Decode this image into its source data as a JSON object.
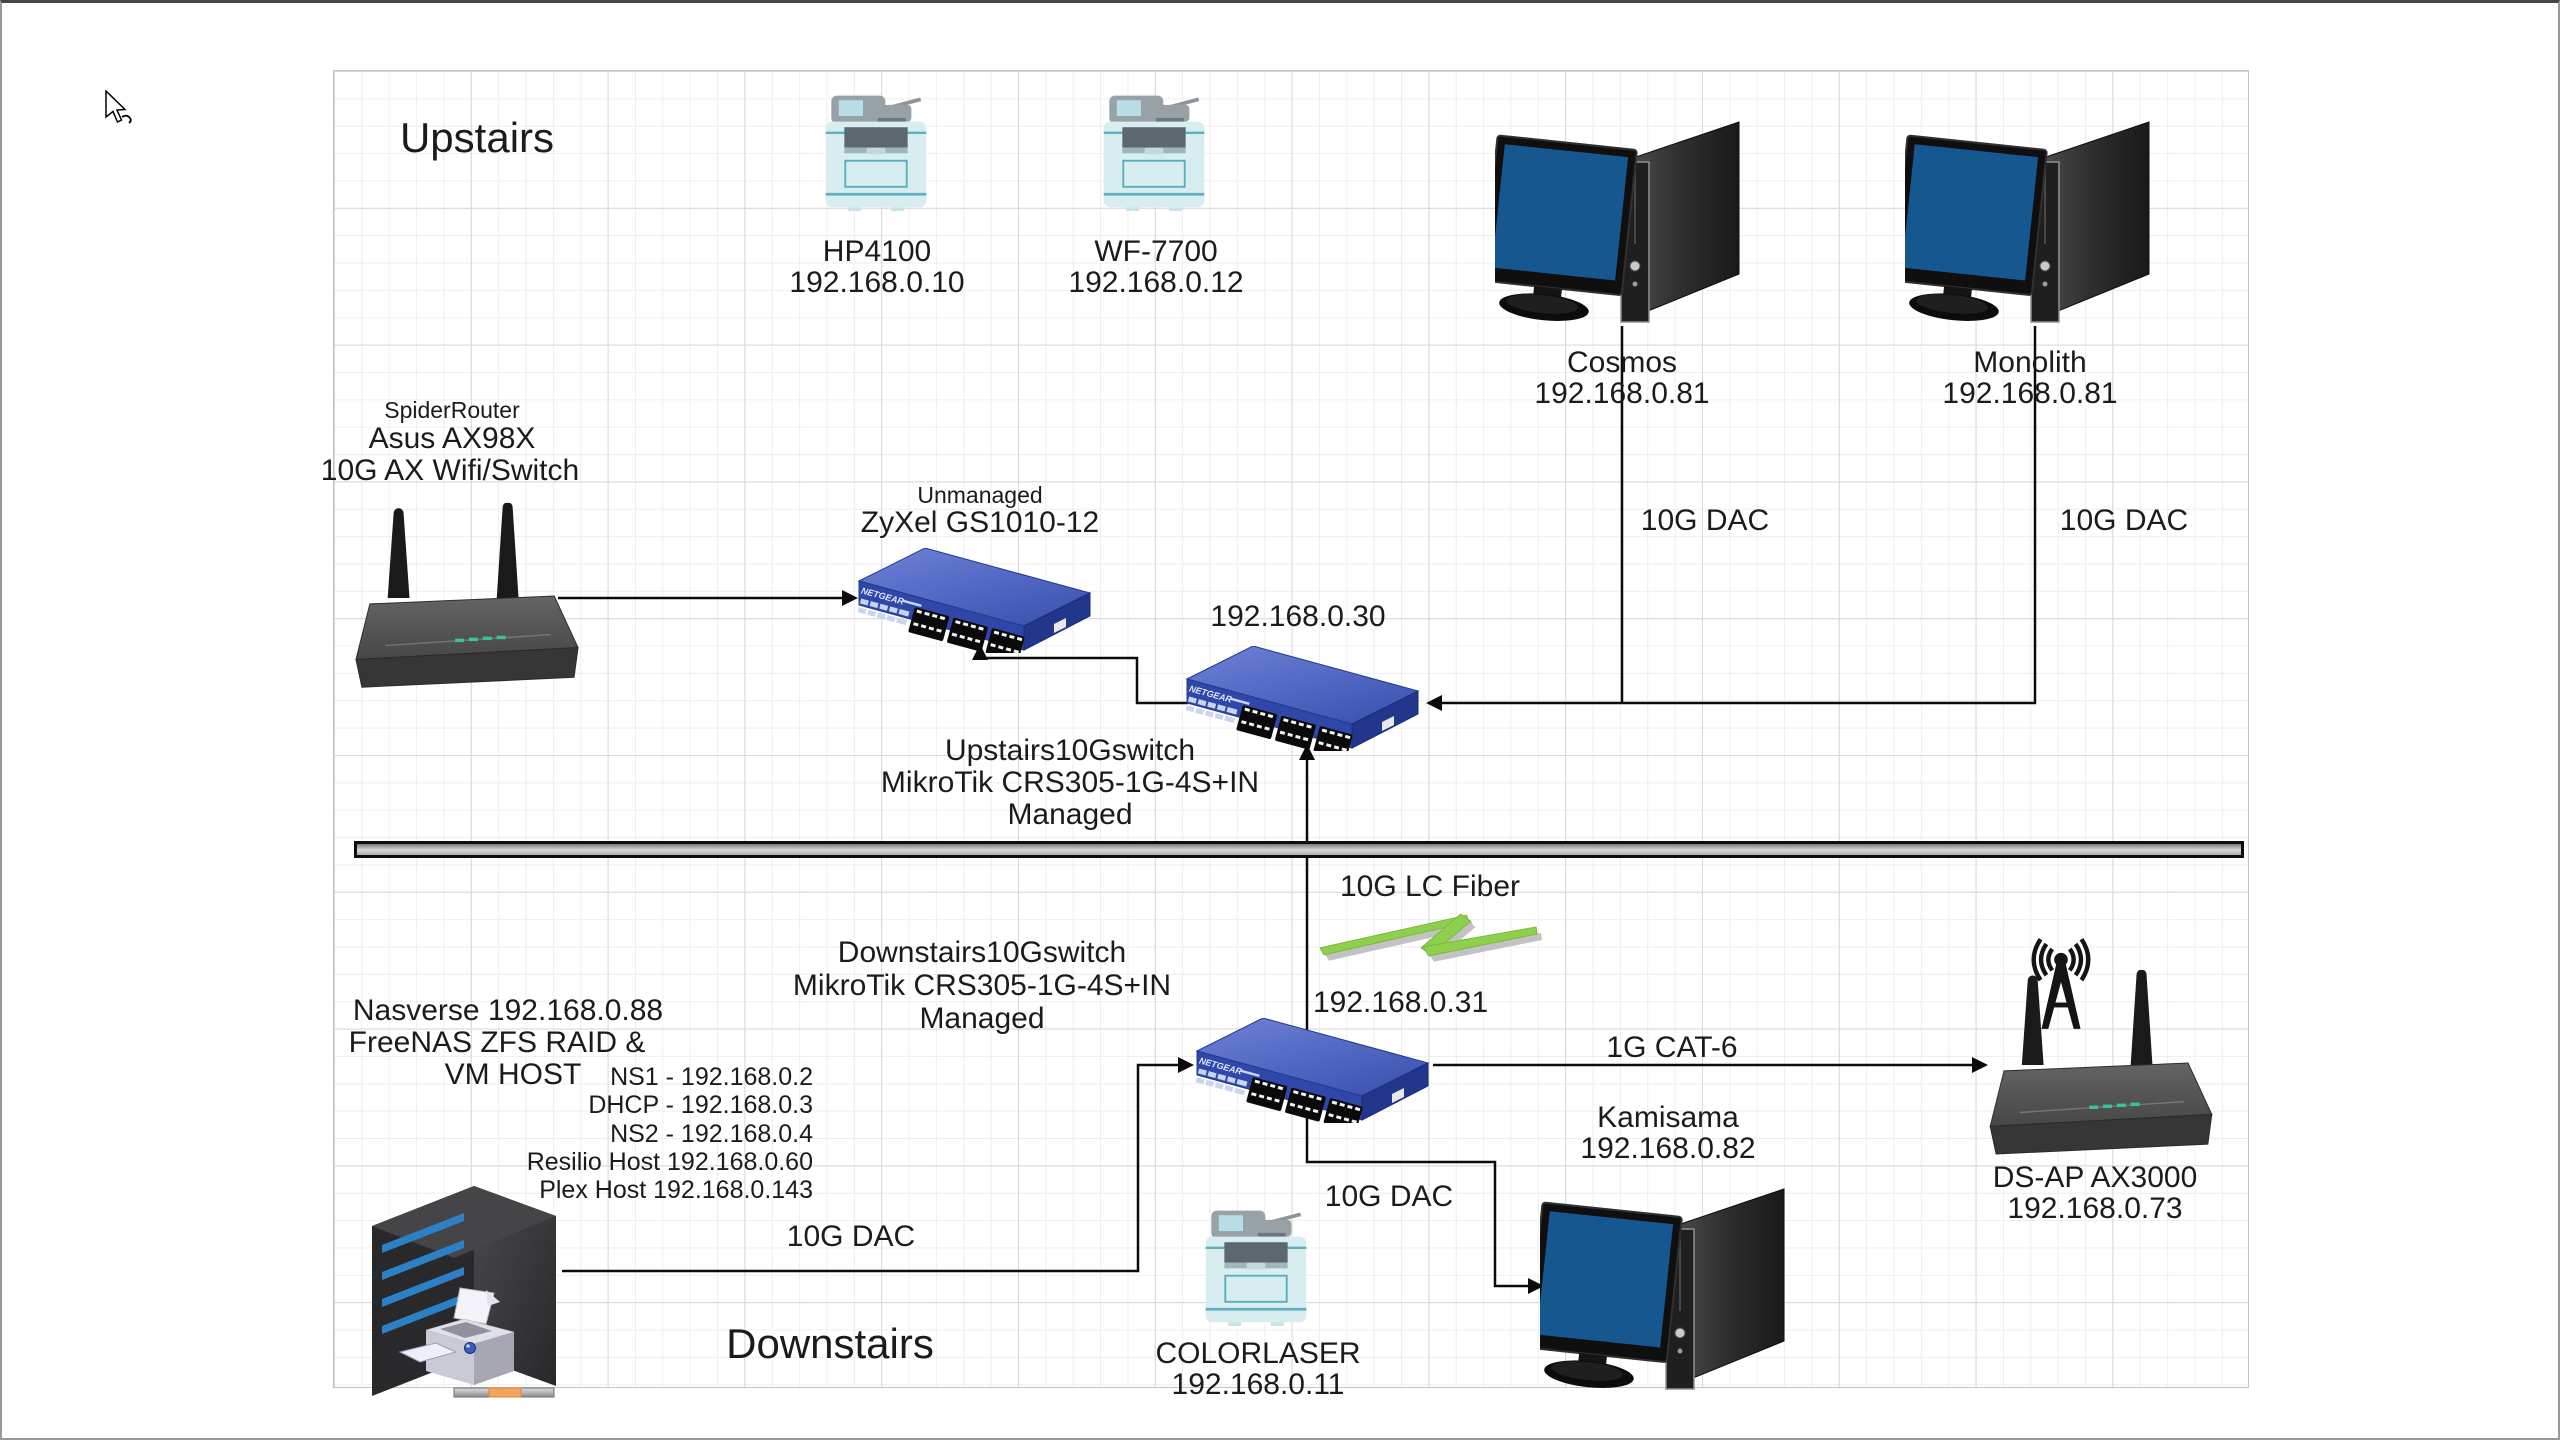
{
  "titles": {
    "upstairs": "Upstairs",
    "downstairs": "Downstairs"
  },
  "devices": {
    "hp4100": {
      "name": "HP4100",
      "ip": "192.168.0.10"
    },
    "wf7700": {
      "name": "WF-7700",
      "ip": "192.168.0.12"
    },
    "cosmos": {
      "name": "Cosmos",
      "ip": "192.168.0.81"
    },
    "monolith": {
      "name": "Monolith",
      "ip": "192.168.0.81"
    },
    "spider_router": {
      "nickname": "SpiderRouter",
      "model": "Asus AX98X",
      "descr": "10G AX Wifi/Switch"
    },
    "zyxel_switch": {
      "mode": "Unmanaged",
      "model": "ZyXel GS1010-12"
    },
    "upstairs_switch": {
      "ip": "192.168.0.30",
      "name": "Upstairs10Gswitch",
      "model": "MikroTik CRS305-1G-4S+IN",
      "mode": "Managed"
    },
    "downstairs_switch": {
      "ip": "192.168.0.31",
      "name": "Downstairs10Gswitch",
      "model": "MikroTik CRS305-1G-4S+IN",
      "mode": "Managed"
    },
    "nasverse": {
      "line1": "Nasverse 192.168.0.88",
      "line2": "FreeNAS ZFS RAID &",
      "line3": "VM HOST",
      "services": [
        "NS1 - 192.168.0.2",
        "DHCP - 192.168.0.3",
        "NS2 - 192.168.0.4",
        "Resilio Host 192.168.0.60",
        "Plex Host 192.168.0.143"
      ]
    },
    "colorlaser": {
      "name": "COLORLASER",
      "ip": "192.168.0.11"
    },
    "kamisama": {
      "name": "Kamisama",
      "ip": "192.168.0.82"
    },
    "dsap": {
      "name": "DS-AP AX3000",
      "ip": "192.168.0.73"
    }
  },
  "links": {
    "cosmos_dac": "10G DAC",
    "monolith_dac": "10G DAC",
    "floor_fiber": "10G LC Fiber",
    "nas_dac": "10G DAC",
    "kamisama_dac": "10G DAC",
    "ap_cat6": "1G CAT-6"
  },
  "colors": {
    "switch_blue": "#2e47a8",
    "screen_blue": "#17578f",
    "bolt_green": "#8ed04e",
    "printer_teal": "#d8edf0",
    "nas_stripe_blue": "#2d7fc6",
    "line_black": "#0b0b0b"
  }
}
